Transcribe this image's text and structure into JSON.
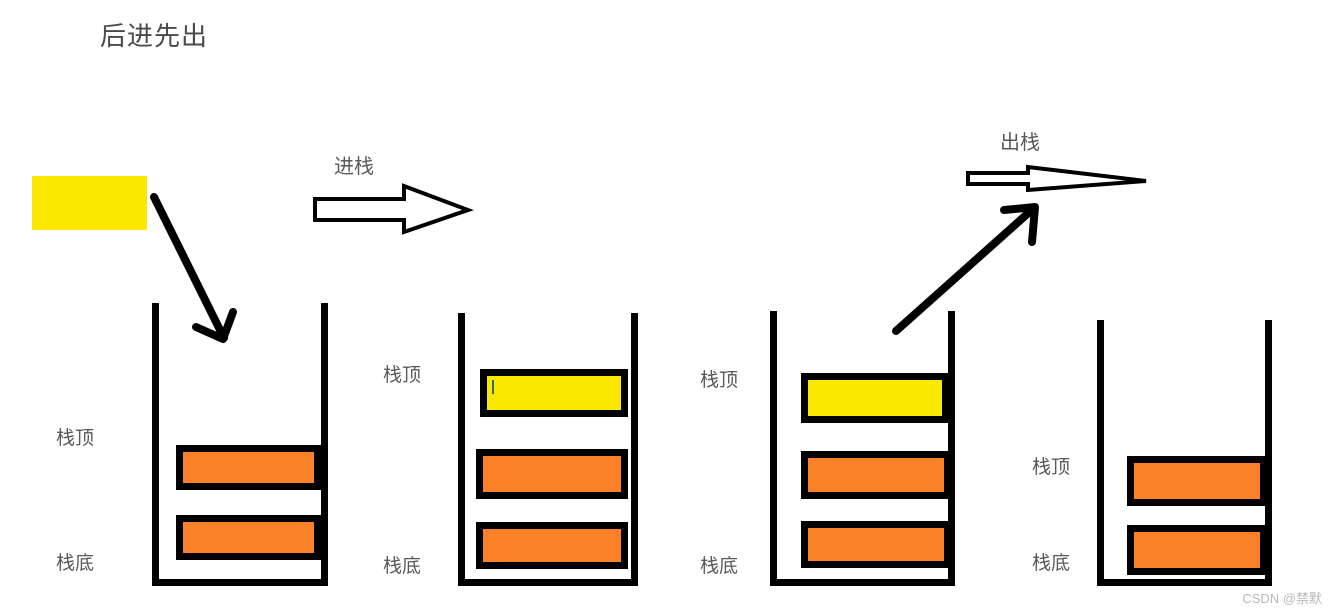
{
  "diagram": {
    "title": "后进先出",
    "watermark": "CSDN @禁默",
    "labels": {
      "top": "栈顶",
      "bottom": "栈底"
    },
    "operations": [
      {
        "name": "push",
        "label": "进栈"
      },
      {
        "name": "pop",
        "label": "出栈"
      }
    ],
    "colors": {
      "orange_block": "#fa8128",
      "yellow_block": "#fbe800",
      "outline": "#000000",
      "label_text": "#5a5a5a",
      "title_text": "#4a4a4a",
      "background": "#ffffff",
      "watermark_text": "#b9b9b9"
    },
    "incoming_element": {
      "name": "incoming-yellow-block",
      "color": "#fbe800"
    },
    "stacks": [
      {
        "name": "stack-before-push",
        "caption_top": "栈顶",
        "caption_bottom": "栈底",
        "items": [
          "orange",
          "orange"
        ],
        "count": 2
      },
      {
        "name": "stack-after-push",
        "caption_top": "栈顶",
        "caption_bottom": "栈底",
        "items": [
          "yellow",
          "orange",
          "orange"
        ],
        "count": 3
      },
      {
        "name": "stack-before-pop",
        "caption_top": "栈顶",
        "caption_bottom": "栈底",
        "items": [
          "yellow",
          "orange",
          "orange"
        ],
        "count": 3
      },
      {
        "name": "stack-after-pop",
        "caption_top": "栈顶",
        "caption_bottom": "栈底",
        "items": [
          "orange",
          "orange"
        ],
        "count": 2
      }
    ]
  }
}
